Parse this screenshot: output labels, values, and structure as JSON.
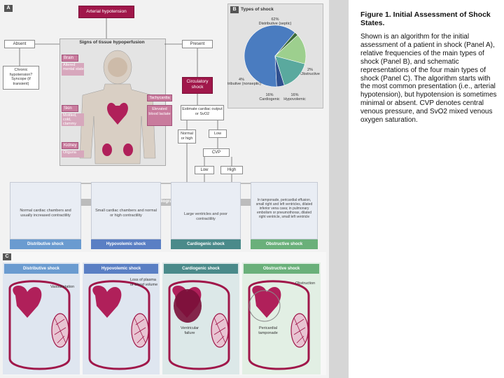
{
  "caption": {
    "title": "Figure 1. Initial Assessment of Shock States.",
    "body": "Shown is an algorithm for the initial assessment of a patient in shock (Panel A), relative frequencies of the main types of shock (Panel B), and schematic representations of the four main types of shock (Panel C). The algorithm starts with the most common presentation (i.e., arterial hypotension), but hypotension is sometimes minimal or absent. CVP denotes central venous pressure, and SvO2 mixed venous oxygen saturation."
  },
  "panel_a": {
    "label": "A",
    "arterial_hypotension": "Arterial hypotension",
    "signs_title": "Signs of tissue hypoperfusion",
    "absent": "Absent",
    "present": "Present",
    "chronic": "Chronic hypotension? Syncope (if transient)",
    "brain": "Brain",
    "brain_sub": "Altered mental state",
    "skin": "Skin",
    "skin_sub": "Mottled, cold, clammy",
    "kidney": "Kidney",
    "kidney_sub": "Oliguria",
    "tachycardia": "Tachycardia",
    "lactate": "Elevated blood lactate",
    "circulatory_shock": "Circulatory shock",
    "estimate": "Estimate cardiac output or SvO2",
    "normal_high": "Normal or high",
    "low_top": "Low",
    "cvp": "CVP",
    "low": "Low",
    "high": "High",
    "echocardiography": "Echocardiography",
    "findings": [
      "Normal cardiac chambers and usually increased contractility",
      "Small cardiac chambers and normal or high contractility",
      "Large ventricles and poor contractility",
      "In tamponade, pericardial effusion, small right and left ventricles, dilated inferior vena cava; in pulmonary embolism or pneumothorax, dilated right ventricle, small left ventricle"
    ],
    "types": [
      "Distributive shock",
      "Hypovolemic shock",
      "Cardiogenic shock",
      "Obstructive shock"
    ]
  },
  "panel_b": {
    "label": "B",
    "title": "Types of shock",
    "chart_data": {
      "type": "pie",
      "title": "Types of shock",
      "slices": [
        {
          "label": "Distributive (septic)",
          "value": 62,
          "sublabel": "62%",
          "color": "#4a7cc0"
        },
        {
          "label": "Obstructive",
          "value": 2,
          "sublabel": "2%",
          "color": "#3d6b3a"
        },
        {
          "label": "Hypovolemic",
          "value": 16,
          "sublabel": "16%",
          "color": "#9dcf8e"
        },
        {
          "label": "Cardiogenic",
          "value": 16,
          "sublabel": "16%",
          "color": "#5aa99e"
        },
        {
          "label": "Distributive (nonseptic)",
          "value": 4,
          "sublabel": "4%",
          "color": "#2f4f8f"
        }
      ]
    }
  },
  "panel_c": {
    "label": "C",
    "headers": [
      "Distributive shock",
      "Hypovolemic shock",
      "Cardiogenic shock",
      "Obstructive shock"
    ],
    "annotations": [
      "Vasodilatation",
      "Loss of plasma or blood volume",
      "Ventricular failure",
      "Obstruction",
      "Pericardial tamponade"
    ]
  },
  "colors": {
    "distributive": "#6a9bd0",
    "hypovolemic": "#5a7fc4",
    "cardiogenic": "#4a8a8a",
    "obstructive": "#6ab07a",
    "maroon": "#a0174a",
    "heart": "#b0205a"
  }
}
